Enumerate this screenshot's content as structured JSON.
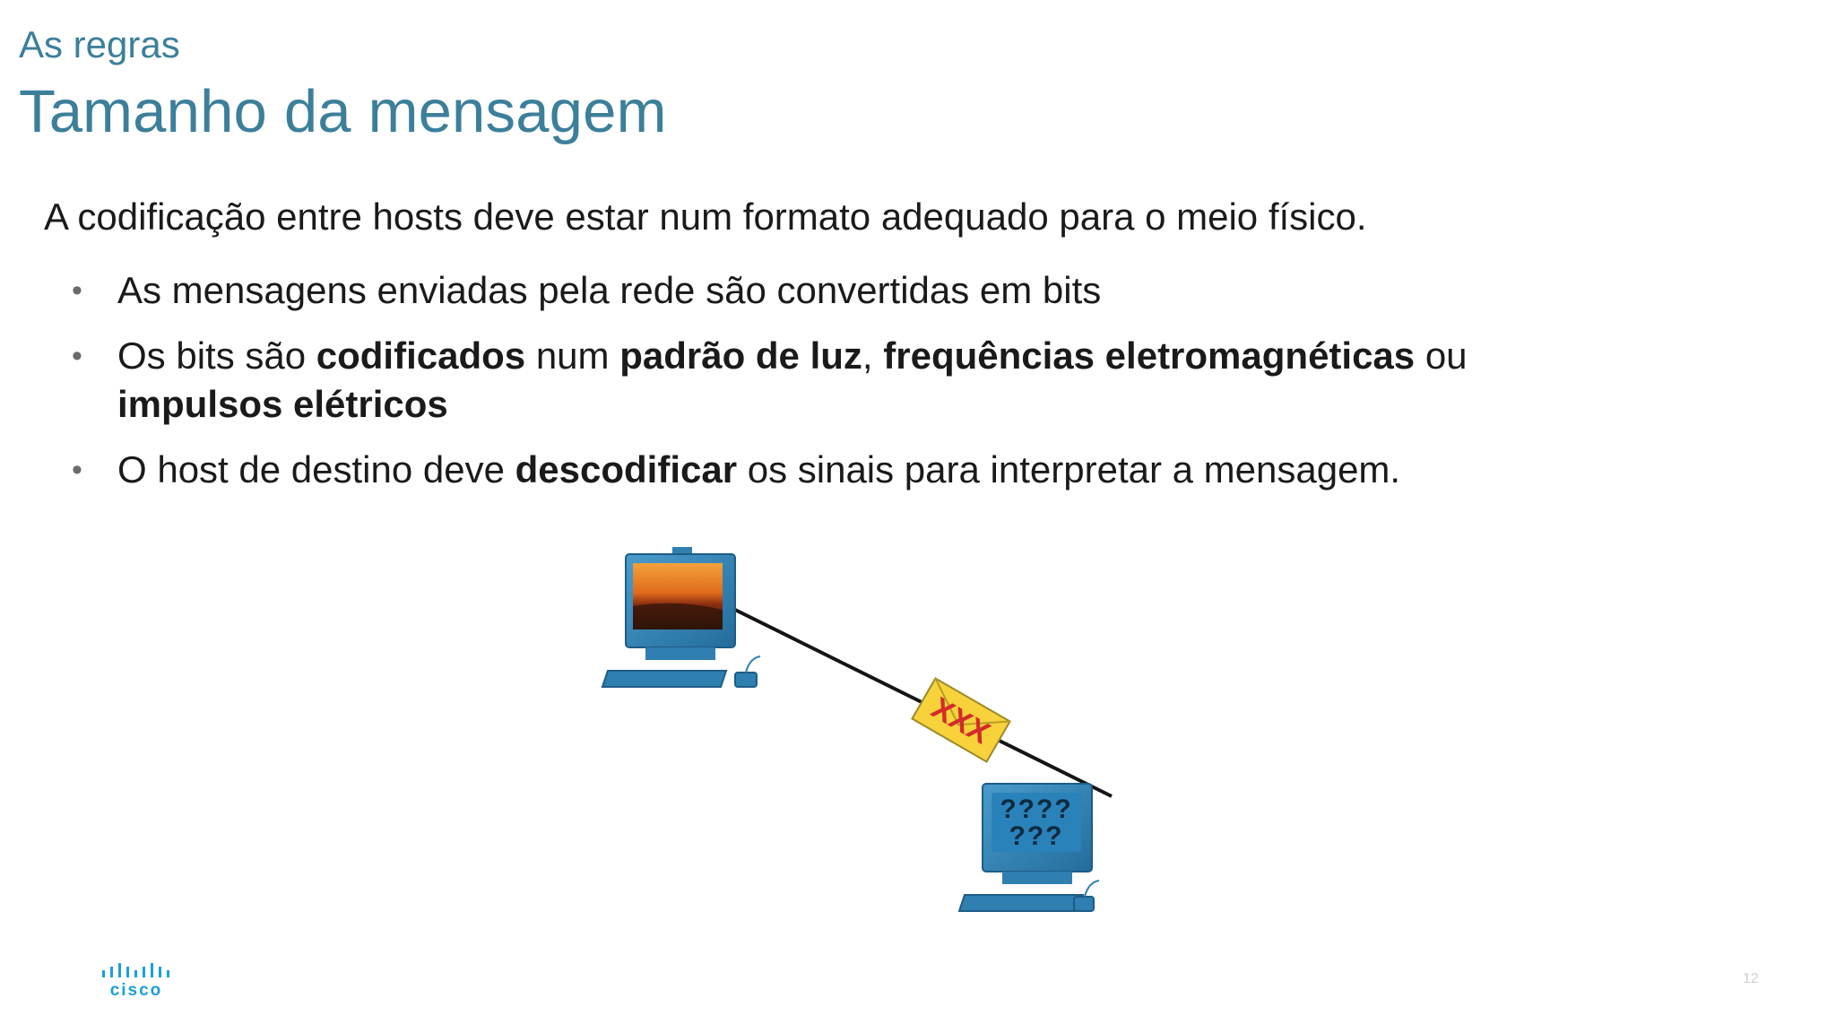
{
  "header": {
    "supertitle": "As regras",
    "title": "Tamanho da mensagem"
  },
  "body": {
    "intro": "A codificação entre hosts deve estar num formato adequado para o meio físico.",
    "bullets": [
      {
        "segments": [
          {
            "text": "As mensagens enviadas pela rede são convertidas em bits",
            "bold": false
          }
        ]
      },
      {
        "segments": [
          {
            "text": "Os bits são ",
            "bold": false
          },
          {
            "text": "codificados",
            "bold": true
          },
          {
            "text": " num ",
            "bold": false
          },
          {
            "text": "padrão de luz",
            "bold": true
          },
          {
            "text": ", ",
            "bold": false
          },
          {
            "text": "frequências eletromagnéticas",
            "bold": true
          },
          {
            "text": " ou",
            "bold": false
          }
        ],
        "continuation": [
          {
            "text": "impulsos elétricos",
            "bold": true
          }
        ]
      },
      {
        "segments": [
          {
            "text": "O host de destino deve ",
            "bold": false
          },
          {
            "text": "descodificar",
            "bold": true
          },
          {
            "text": " os sinais para interpretar a mensagem.",
            "bold": false
          }
        ]
      }
    ],
    "bullet_char": "•"
  },
  "diagram": {
    "message_glyphs": "XXX",
    "receiver_screen_line1": "????",
    "receiver_screen_line2": "???",
    "computer_color": "#2f7fb0",
    "envelope_color": "#f7d23a",
    "mark_color": "#d42a2a"
  },
  "footer": {
    "brand": "cisco",
    "page_number": "12"
  },
  "colors": {
    "title": "#3c7f9a",
    "text": "#1a1a1a"
  }
}
